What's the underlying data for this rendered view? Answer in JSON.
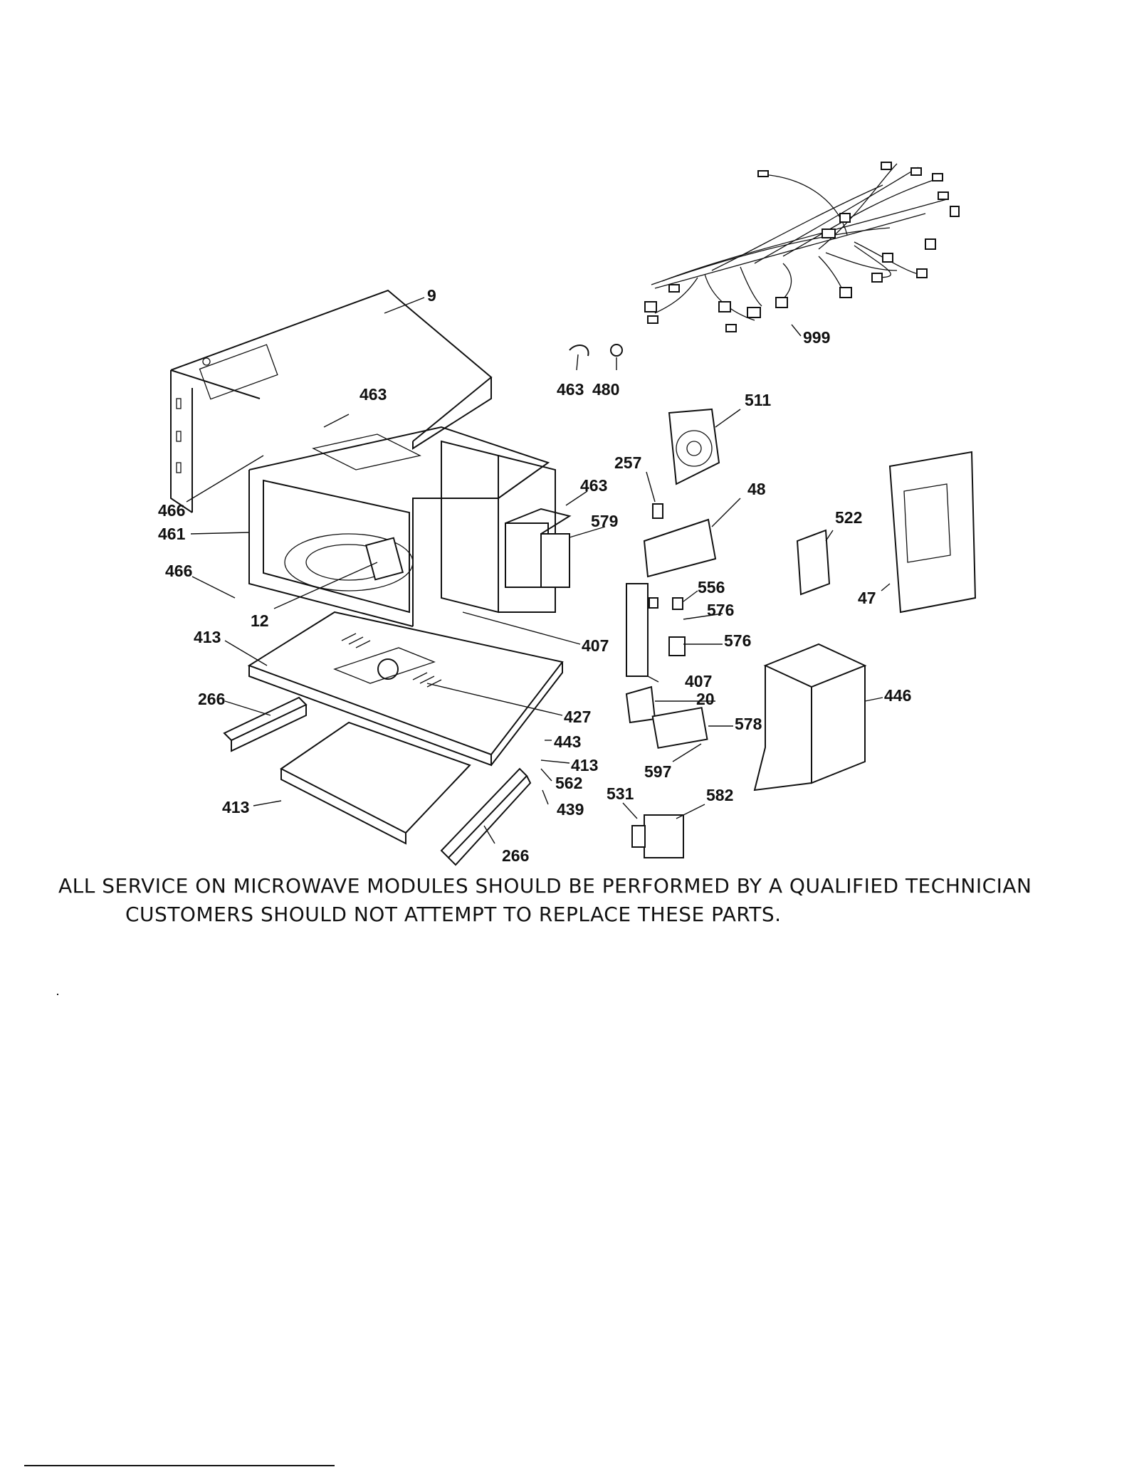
{
  "notice": {
    "line1": "ALL SERVICE ON MICROWAVE MODULES SHOULD BE PERFORMED BY A QUALIFIED TECHNICIAN",
    "line2": "CUSTOMERS SHOULD NOT ATTEMPT TO REPLACE THESE PARTS."
  },
  "callouts": {
    "p9": "9",
    "p999": "999",
    "p463a": "463",
    "p463b": "463",
    "p480": "480",
    "p463c": "463",
    "p511": "511",
    "p257": "257",
    "p48": "48",
    "p579": "579",
    "p522": "522",
    "p47": "47",
    "p466a": "466",
    "p461": "461",
    "p466b": "466",
    "p12": "12",
    "p413a": "413",
    "p407a": "407",
    "p556": "556",
    "p576a": "576",
    "p576b": "576",
    "p407b": "407",
    "p20": "20",
    "p446": "446",
    "p266a": "266",
    "p427": "427",
    "p578": "578",
    "p443": "443",
    "p413b": "413",
    "p597": "597",
    "p562": "562",
    "p413c": "413",
    "p439": "439",
    "p531": "531",
    "p582": "582",
    "p266b": "266"
  }
}
